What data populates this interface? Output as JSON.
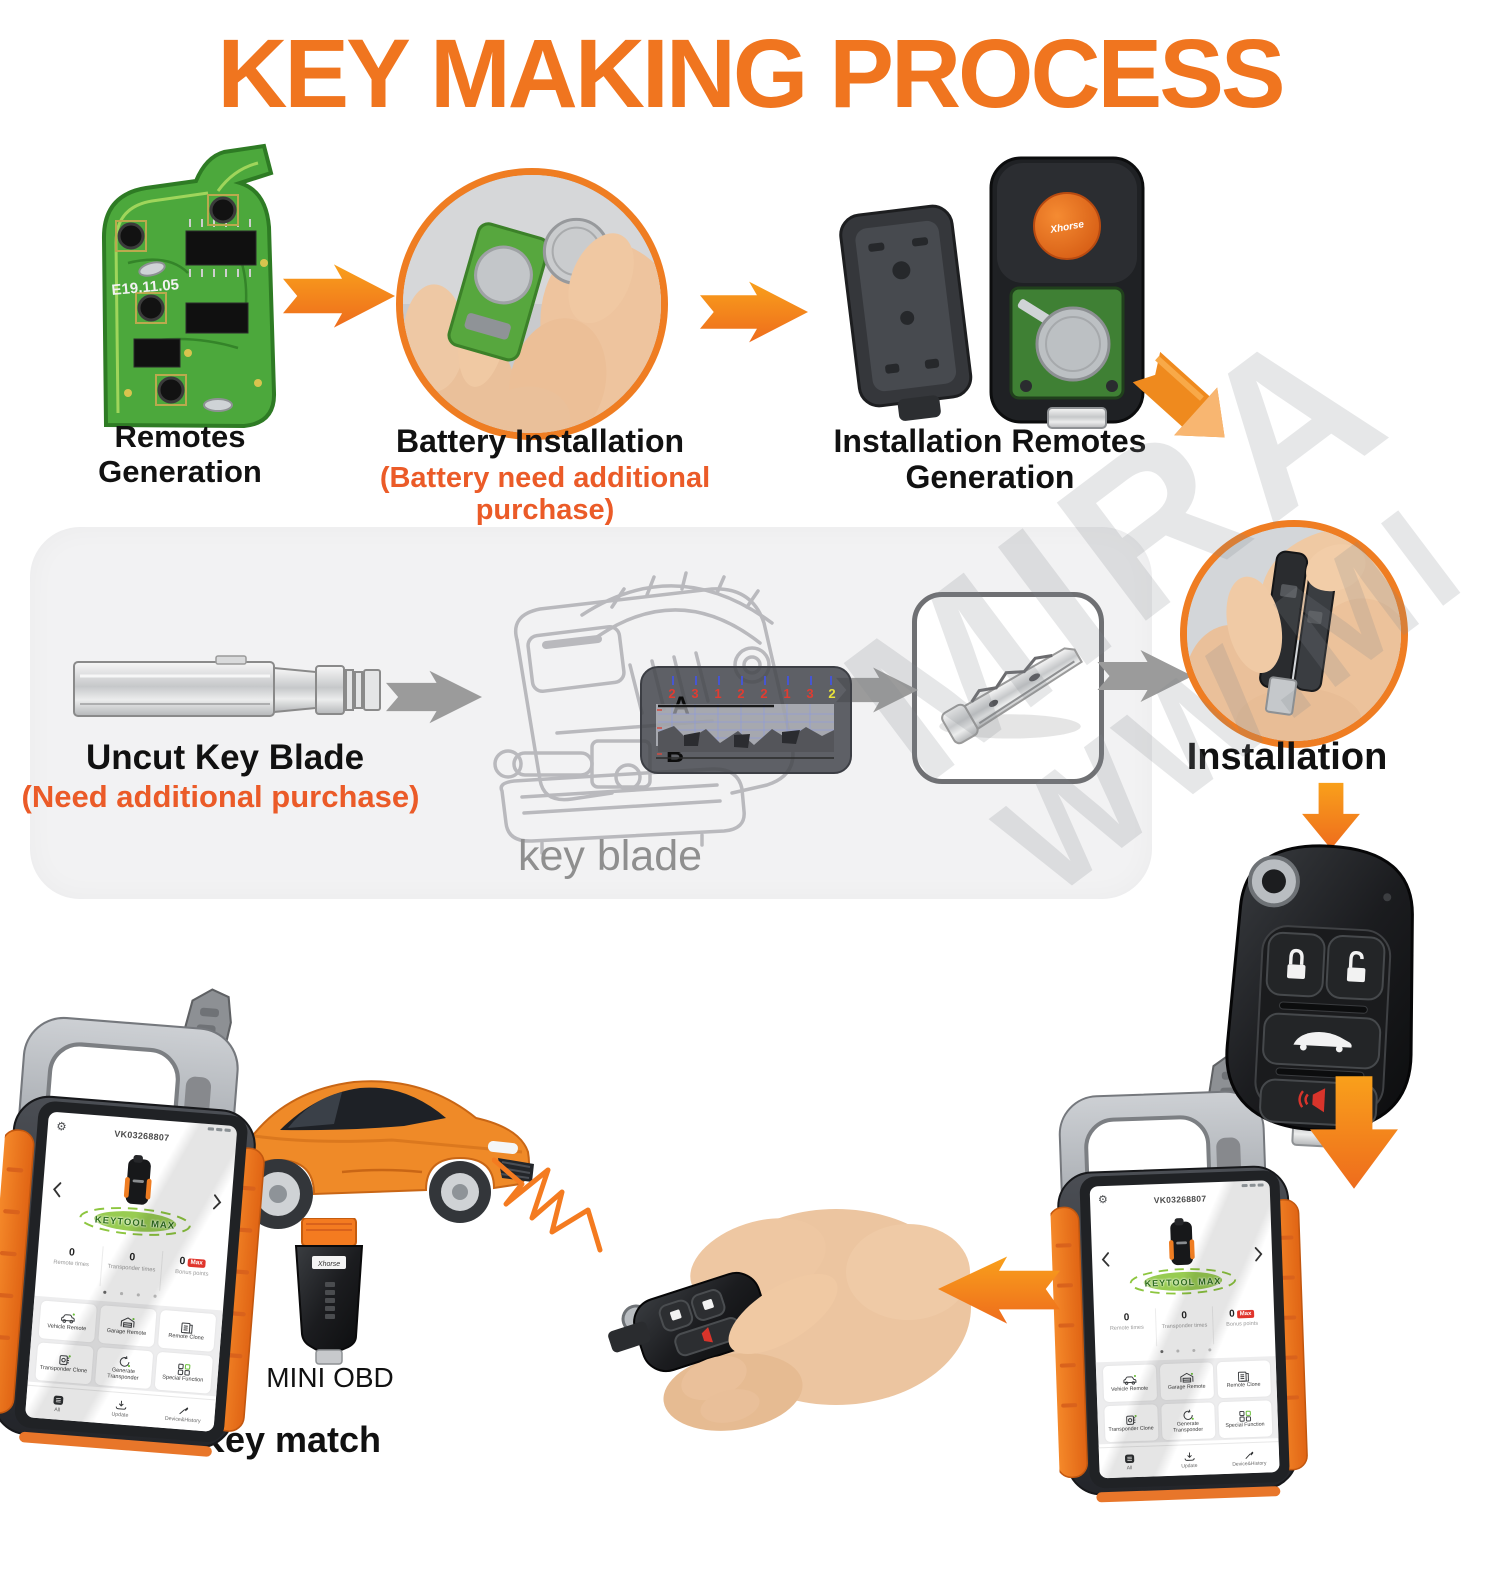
{
  "title": "KEY MAKING PROCESS",
  "colors": {
    "title_orange": "#F0751F",
    "note_orange": "#EB5B28",
    "arrow_orange": "#F68B1F",
    "arrow_gray": "#9B9B9B",
    "panel_gray": "#F2F2F3",
    "badge_red": "#E0352C",
    "logo_green": "#8DC63F"
  },
  "icons": {
    "settings": "⚙"
  },
  "watermark": {
    "line1": "MIRA",
    "line2": "WW.MI"
  },
  "steps": {
    "remotes_generation": {
      "label_line1": "Remotes",
      "label_line2": "Generation",
      "pcb_code": "E19.11.05"
    },
    "battery_installation": {
      "label": "Battery Installation",
      "note": "(Battery need additional purchase)"
    },
    "installation_remotes": {
      "label_line1": "Installation Remotes",
      "label_line2": "Generation",
      "logo_brand": "Xhorse"
    },
    "uncut_key_blade": {
      "label": "Uncut Key  Blade",
      "note": "(Need additional purchase)"
    },
    "key_blade": {
      "label": "key blade",
      "bitting": {
        "letter_top": "A",
        "letter_bottom": "B",
        "red_numbers": [
          "2",
          "3",
          "1",
          "2",
          "2",
          "1",
          "3"
        ],
        "yellow_number": "2"
      }
    },
    "installation": {
      "label": "Installation"
    },
    "mini_obd": {
      "label": "MINI OBD",
      "brand": "Xhorse"
    },
    "key_match": {
      "label": "Key match"
    }
  },
  "device_screen": {
    "serial": "VK03268807",
    "logo": "KEYTOOL MAX",
    "stats": [
      {
        "value": "0",
        "label": "Remote times"
      },
      {
        "value": "0",
        "label": "Transponder times"
      },
      {
        "value": "0",
        "badge": "Max",
        "label": "Bonus points"
      }
    ],
    "tiles": [
      {
        "icon": "vehicle-remote-icon",
        "label": "Vehicle Remote"
      },
      {
        "icon": "garage-remote-icon",
        "label": "Garage Remote"
      },
      {
        "icon": "remote-clone-icon",
        "label": "Remote Clone"
      },
      {
        "icon": "transponder-clone-icon",
        "label": "Transponder Clone"
      },
      {
        "icon": "generate-transponder-icon",
        "label": "Generate Transponder"
      },
      {
        "icon": "special-function-icon",
        "label": "Special Function"
      }
    ],
    "nav": [
      {
        "icon": "all-menu-icon",
        "label": "All"
      },
      {
        "icon": "update-icon",
        "label": "Update"
      },
      {
        "icon": "device-history-icon",
        "label": "Device&History"
      }
    ]
  }
}
